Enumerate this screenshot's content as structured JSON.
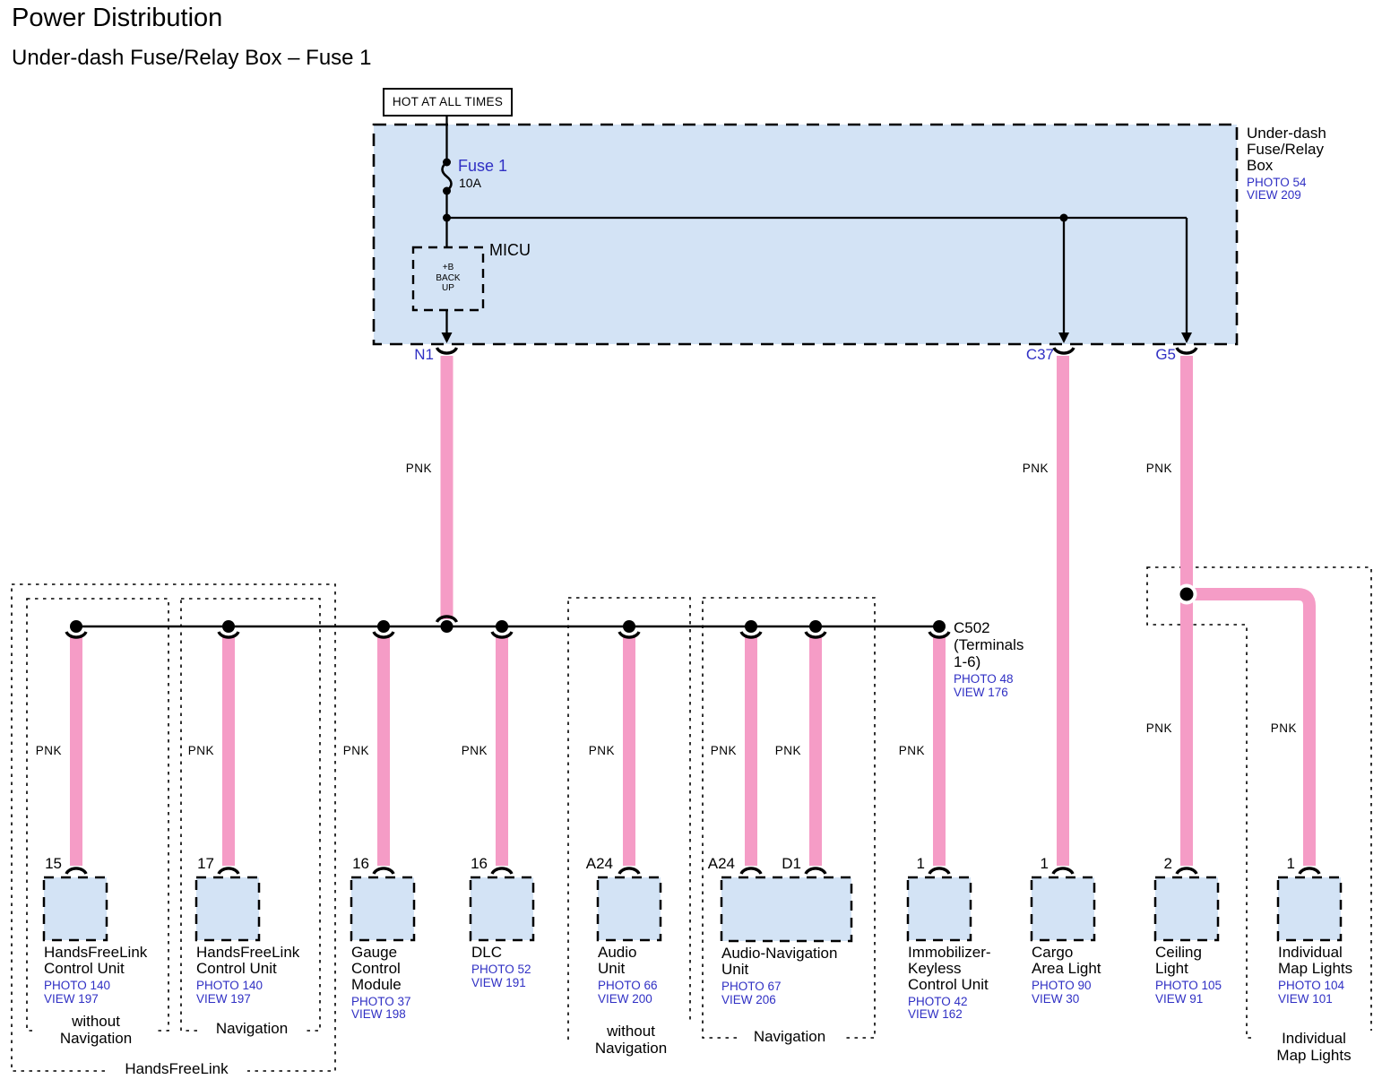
{
  "page": {
    "title": "Power Distribution",
    "subtitle": "Under-dash Fuse/Relay Box – Fuse 1"
  },
  "colors": {
    "wire_pink": "#F59CC6",
    "box_fill": "#D3E3F5",
    "label_blue": "#3030C4",
    "line_black": "#000000"
  },
  "power_source": {
    "label": "HOT AT ALL TIMES"
  },
  "fuse_box": {
    "name": "Under-dash\nFuse/Relay\nBox",
    "photo": "PHOTO 54",
    "view": "VIEW 209",
    "fuse_name": "Fuse 1",
    "fuse_rating": "10A",
    "micu_label": "MICU",
    "micu_terminal": "+B\nBACK\nUP"
  },
  "connectors": {
    "n1": "N1",
    "c37": "C37",
    "g5": "G5",
    "c502_name": "C502\n(Terminals\n1-6)",
    "c502_photo": "PHOTO 48",
    "c502_view": "VIEW 176"
  },
  "wires": {
    "color_code": "PNK"
  },
  "components": [
    {
      "pin": "15",
      "name": "HandsFreeLink\nControl Unit",
      "photo": "PHOTO 140",
      "view": "VIEW 197"
    },
    {
      "pin": "17",
      "name": "HandsFreeLink\nControl Unit",
      "photo": "PHOTO 140",
      "view": "VIEW 197"
    },
    {
      "pin": "16",
      "name": "Gauge\nControl\nModule",
      "photo": "PHOTO 37",
      "view": "VIEW 198"
    },
    {
      "pin": "16",
      "name": "DLC",
      "photo": "PHOTO 52",
      "view": "VIEW 191"
    },
    {
      "pin": "A24",
      "name": "Audio\nUnit",
      "photo": "PHOTO 66",
      "view": "VIEW 200"
    },
    {
      "pin": "A24",
      "pin2": "D1",
      "name": "Audio-Navigation\nUnit",
      "photo": "PHOTO 67",
      "view": "VIEW 206"
    },
    {
      "pin": "1",
      "name": "Immobilizer-\nKeyless\nControl Unit",
      "photo": "PHOTO 42",
      "view": "VIEW 162"
    },
    {
      "pin": "1",
      "name": "Cargo\nArea Light",
      "photo": "PHOTO 90",
      "view": "VIEW 30"
    },
    {
      "pin": "2",
      "name": "Ceiling\nLight",
      "photo": "PHOTO 105",
      "view": "VIEW 91"
    },
    {
      "pin": "1",
      "name": "Individual\nMap Lights",
      "photo": "PHOTO 104",
      "view": "VIEW 101"
    }
  ],
  "groups": {
    "handsfreelink": "HandsFreeLink",
    "without_navigation": "without\nNavigation",
    "navigation": "Navigation",
    "individual_map_lights": "Individual\nMap Lights"
  }
}
